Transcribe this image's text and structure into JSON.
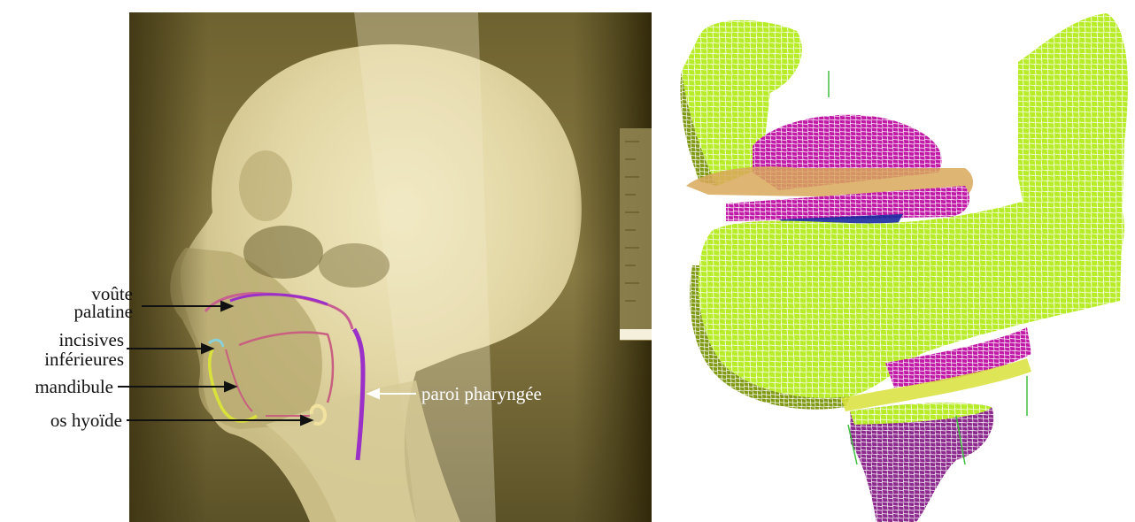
{
  "labels": {
    "palate_line1": "voûte",
    "palate_line2": "palatine",
    "incisors_line1": "incisives",
    "incisors_line2": "inférieures",
    "mandible": "mandibule",
    "hyoid": "os hyoïde",
    "pharynx_wall": "paroi pharyngée"
  },
  "colors": {
    "xray_dark": "#3a3010",
    "xray_light": "#e6dcae",
    "mesh_lime": "#b6ea2a",
    "mesh_olive": "#7f9a14",
    "mesh_magenta": "#c21ba8",
    "mesh_purple": "#8a2a8c",
    "contour_purple": "#9a30c8",
    "contour_pink": "#c86080",
    "contour_yellow": "#d8e23a"
  }
}
